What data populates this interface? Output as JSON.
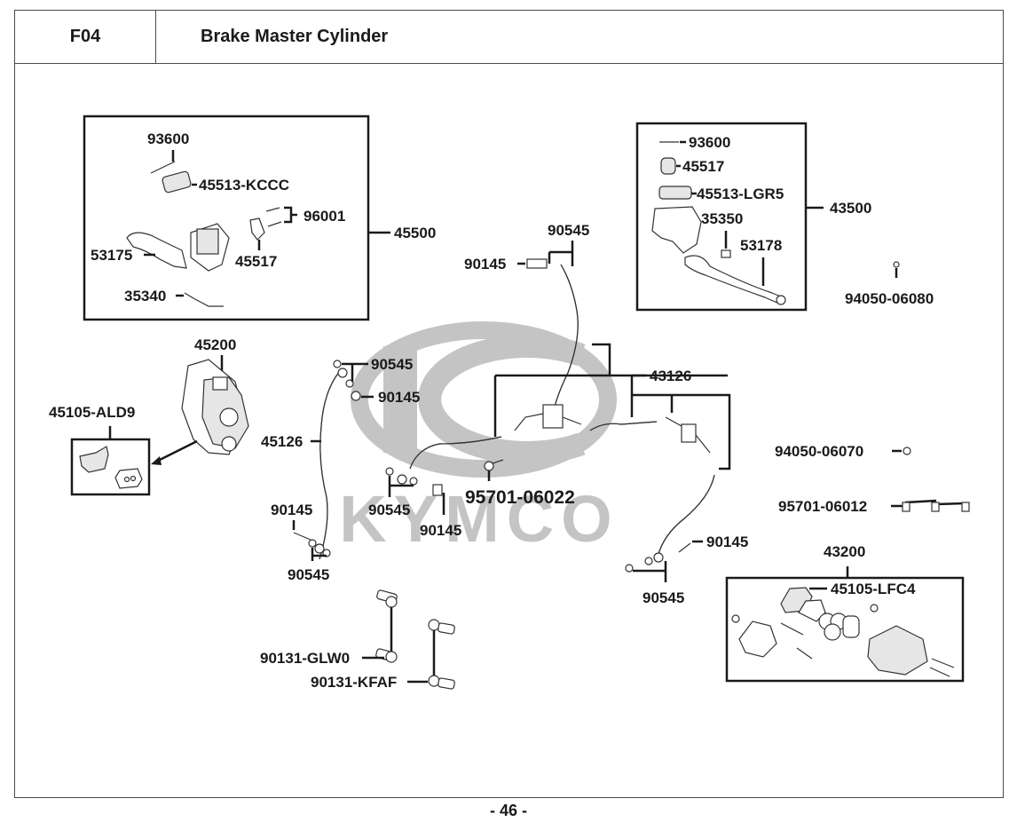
{
  "header": {
    "section_code": "F04",
    "title": "Brake Master Cylinder"
  },
  "watermark": {
    "brand": "KYMCO",
    "color": "#c4c4c4"
  },
  "page_number": "- 46 -",
  "assemblies": {
    "master_cylinder_left": {
      "assembly_no": "45500",
      "parts": {
        "screw": "93600",
        "cap": "45513-KCCC",
        "bolts": "96001",
        "holder": "45517",
        "lever": "53175",
        "switch": "35340"
      }
    },
    "master_cylinder_right": {
      "assembly_no": "43500",
      "parts": {
        "screw": "93600",
        "holder": "45517",
        "cap": "45513-LGR5",
        "switch": "35350",
        "lever": "53178"
      }
    },
    "front_caliper": {
      "assembly_no": "45200",
      "pads": "45105-ALD9"
    },
    "rear_caliper": {
      "assembly_no": "43200",
      "pads": "45105-LFC4"
    }
  },
  "hoses": {
    "front_hose": "45126",
    "combi_hose": "43126"
  },
  "fasteners": {
    "washer_top": "90545",
    "bolt_top": "90145",
    "washer_front_upper": "90545",
    "bolt_front_upper": "90145",
    "bolt_front_lower": "90145",
    "washer_front_lower": "90545",
    "washer_mid": "90545",
    "bolt_mid": "90145",
    "bolt_clamp": "95701-06022",
    "bolt_rear": "90145",
    "washer_rear": "90545",
    "nut_a": "94050-06080",
    "nut_b": "94050-06070",
    "bolt_b": "95701-06012",
    "caliper_bolt_a": "90131-GLW0",
    "caliper_bolt_b": "90131-KFAF"
  }
}
